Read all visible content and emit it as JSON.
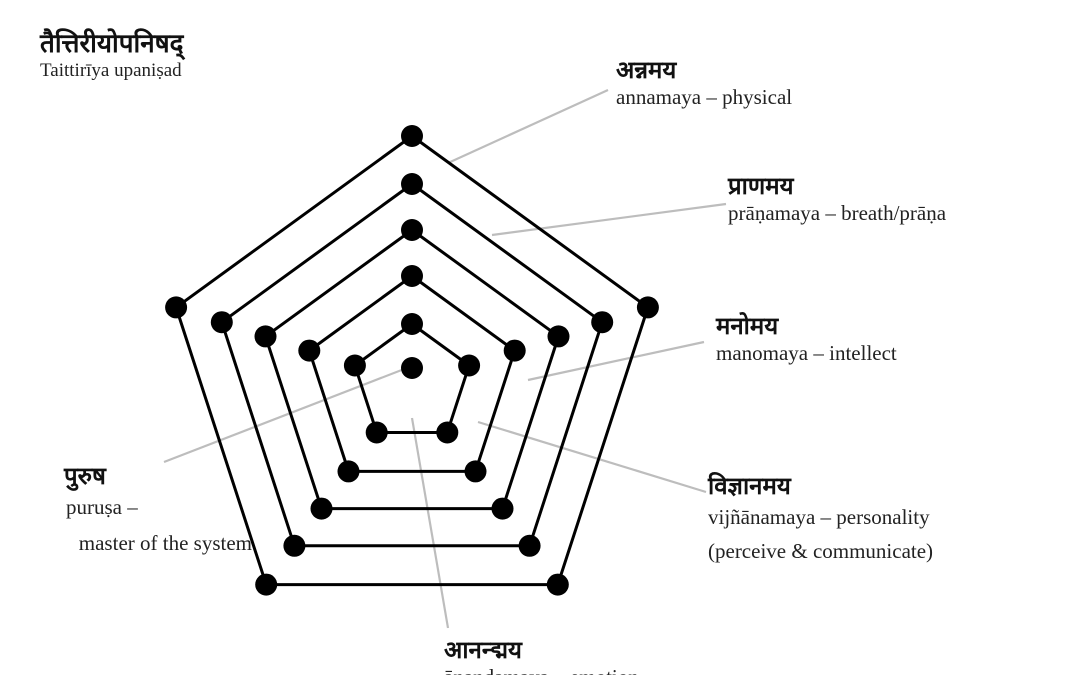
{
  "title": {
    "sanskrit": "तैत्तिरीयोपनिषद्",
    "roman": "Taittirīya upaniṣad"
  },
  "layers": [
    {
      "id": "annamaya",
      "sanskrit": "अन्नमय",
      "roman": "annamaya – physical"
    },
    {
      "id": "pranamaya",
      "sanskrit": "प्राणमय",
      "roman": "prāṇamaya – breath/prāṇa"
    },
    {
      "id": "manomaya",
      "sanskrit": "मनोमय",
      "roman": "manomaya – intellect"
    },
    {
      "id": "vijnanamaya",
      "sanskrit": "विज्ञानमय",
      "roman": "vijñānamaya – personality",
      "roman2": "(perceive & communicate)"
    },
    {
      "id": "anandamaya",
      "sanskrit": "आनन्द्मय",
      "roman": "ānandamaya – emotion"
    }
  ],
  "center": {
    "sanskrit": "पुरुष",
    "roman": "puruṣa –",
    "roman2": "master of the system"
  },
  "colors": {
    "lines": "#000000",
    "leaders": "#bdbdbd",
    "nodes": "#000000",
    "text": "#1a1a1a"
  }
}
